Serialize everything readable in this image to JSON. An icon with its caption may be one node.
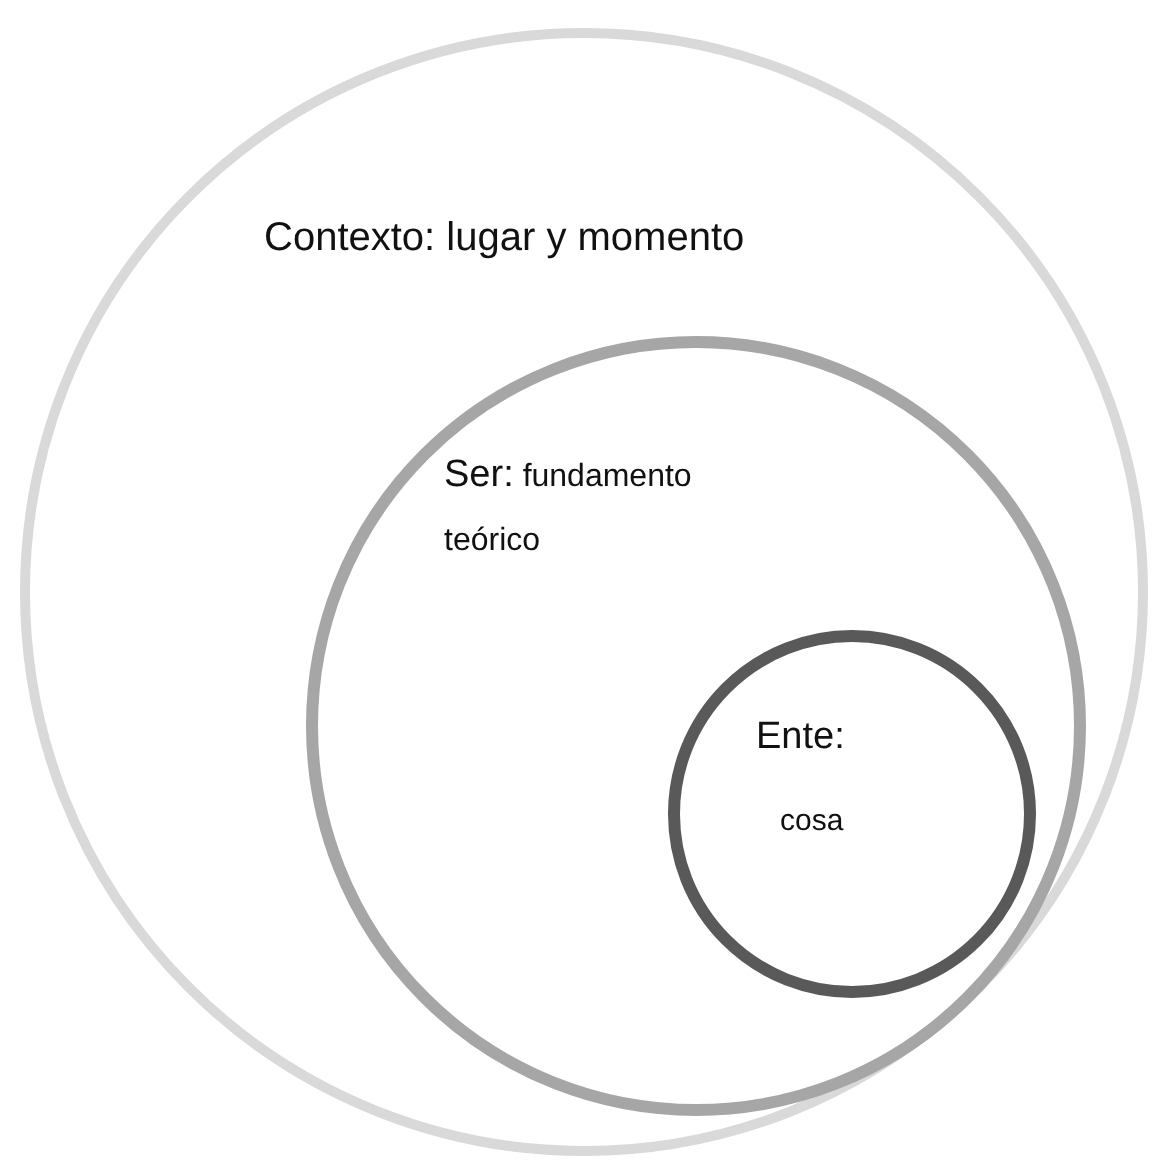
{
  "diagram": {
    "nodes": [
      {
        "text": [
          "Contexto: lugar y momento"
        ]
      },
      {
        "text": [
          "Ser:",
          "fundamento teórico"
        ],
        "in": 0
      },
      {
        "text": [
          "Ente:",
          "cosa"
        ],
        "in": 1
      }
    ]
  }
}
